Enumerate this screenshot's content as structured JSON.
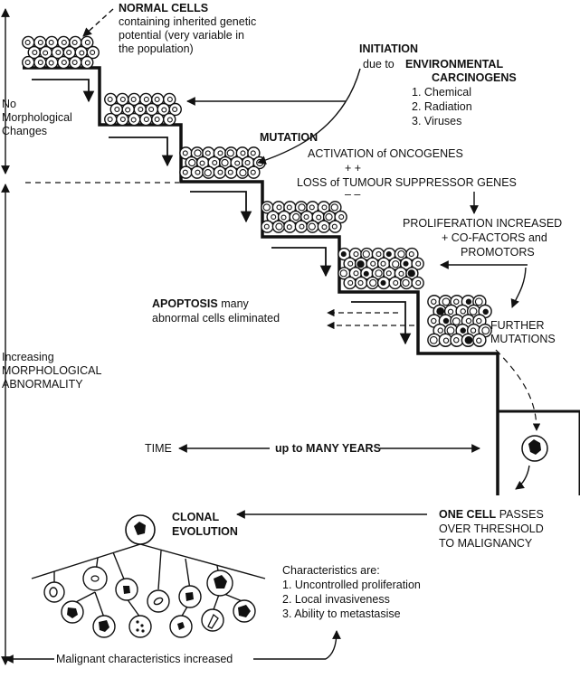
{
  "normal_cells": {
    "title": "NORMAL CELLS",
    "lines": [
      "containing inherited genetic",
      "potential (very variable in",
      "the population)"
    ]
  },
  "initiation": {
    "title": "INITIATION",
    "due_to": "due to",
    "env_1": "ENVIRONMENTAL",
    "env_2": "CARCINOGENS",
    "items": [
      "1. Chemical",
      "2. Radiation",
      "3. Viruses"
    ]
  },
  "no_change": [
    "No",
    "Morphological",
    "Changes"
  ],
  "mutation": "MUTATION",
  "activation": "ACTIVATION of ONCOGENES",
  "plus_plus": "+ +",
  "loss": "LOSS of TUMOUR SUPPRESSOR GENES",
  "minus_minus": "– –",
  "proliferation": [
    "PROLIFERATION INCREASED",
    "+ CO-FACTORS and",
    "PROMOTORS"
  ],
  "apoptosis": {
    "bold": "APOPTOSIS",
    "rest": "many",
    "line2": "abnormal cells eliminated"
  },
  "further": [
    "FURTHER",
    "MUTATIONS"
  ],
  "increasing": [
    "Increasing",
    "MORPHOLOGICAL",
    "ABNORMALITY"
  ],
  "time": {
    "label": "TIME",
    "span": "up to MANY YEARS"
  },
  "one_cell": {
    "bold": "ONE CELL",
    "rest": "PASSES",
    "line2": "OVER THRESHOLD",
    "line3": "TO MALIGNANCY"
  },
  "clonal": [
    "CLONAL",
    "EVOLUTION"
  ],
  "characteristics": {
    "heading": "Characteristics are:",
    "items": [
      "1. Uncontrolled proliferation",
      "2. Local invasiveness",
      "3. Ability to metastasise"
    ]
  },
  "malignant": "Malignant characteristics increased"
}
